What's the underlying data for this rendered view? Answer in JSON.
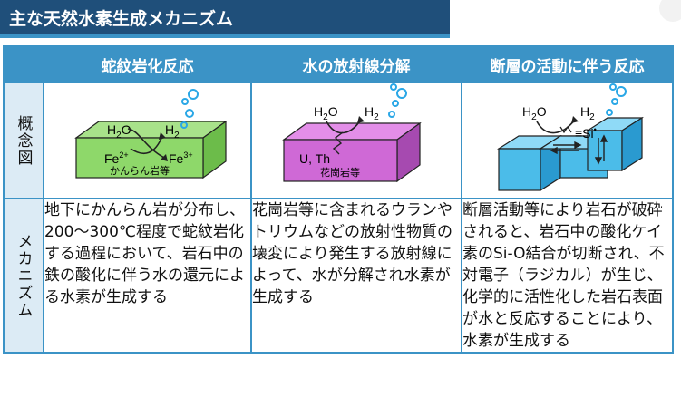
{
  "title": "主な天然水素生成メカニズム",
  "row_labels": {
    "concept": "概念図",
    "mechanism": "メカニズム"
  },
  "columns": [
    {
      "header": "蛇紋岩化反応",
      "diagram": {
        "rock_label": "かんらん岩等",
        "h2o": "H",
        "h2o_sub": "2",
        "h2o_tail": "O",
        "h2": "H",
        "h2_sub": "2",
        "fe_left": "Fe",
        "fe_left_sup": "2+",
        "fe_right": "Fe",
        "fe_right_sup": "3+"
      },
      "mechanism": "地下にかんらん岩が分布し、200～300℃程度で蛇紋岩化する過程において、岩石中の鉄の酸化に伴う水の還元による水素が生成する"
    },
    {
      "header": "水の放射線分解",
      "diagram": {
        "rock_label": "花崗岩等",
        "h2o": "H",
        "h2o_sub": "2",
        "h2o_tail": "O",
        "h2": "H",
        "h2_sub": "2",
        "elements": "U, Th"
      },
      "mechanism": "花崗岩等に含まれるウランやトリウムなどの放射性物質の壊変により発生する放射線によって、水が分解され水素が生成する"
    },
    {
      "header": "断層の活動に伴う反応",
      "diagram": {
        "h2o": "H",
        "h2o_sub": "2",
        "h2o_tail": "O",
        "h2": "H",
        "h2_sub": "2",
        "radical": "≡Si",
        "radical_sup": "•"
      },
      "mechanism": "断層活動等により岩石が破砕されると、岩石中の酸化ケイ素のSi-O結合が切断され、不対電子（ラジカル）が生じ、化学的に活性化した岩石表面が水と反応することにより、水素が生成する"
    }
  ]
}
